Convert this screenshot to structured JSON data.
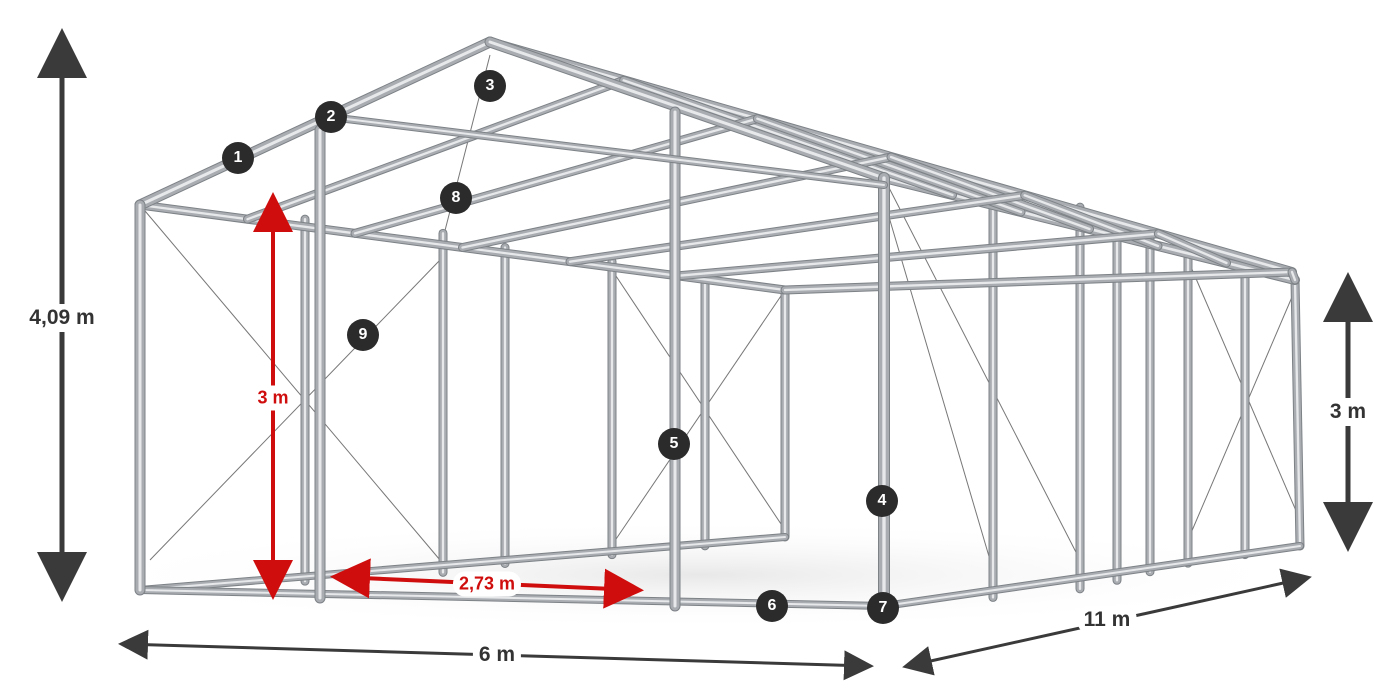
{
  "dimensions": {
    "height_total": "4,09 m",
    "height_side": "3 m",
    "height_wall": "3 m",
    "pole_spacing": "2,73 m",
    "width": "6 m",
    "length": "11 m"
  },
  "callouts": [
    "1",
    "2",
    "3",
    "4",
    "5",
    "6",
    "7",
    "8",
    "9"
  ],
  "colors": {
    "frame": "#a9adb2",
    "dimension": "#3a3a3a",
    "accent": "#d00d0d",
    "badge": "#2b2b2b"
  }
}
